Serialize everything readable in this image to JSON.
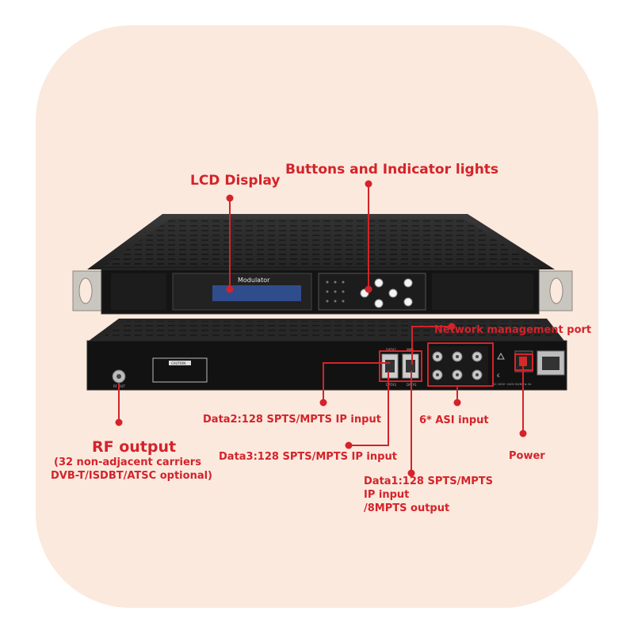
{
  "labels": {
    "lcd_display": "LCD Display",
    "buttons_indicator": "Buttons and Indicator lights",
    "network_port": "Network management port",
    "data2": "Data2:128 SPTS/MPTS IP input",
    "asi_input": "6* ASI input",
    "data3": "Data3:128 SPTS/MPTS IP input",
    "power": "Power",
    "rf_output_title": "RF output",
    "rf_output_line1": "(32 non-adjacent carriers",
    "rf_output_line2": "DVB-T/ISDBT/ATSC optional)",
    "data1_line1": "Data1:128 SPTS/MPTS",
    "data1_line2": "IP input",
    "data1_line3": "/8MPTS output"
  },
  "device": {
    "screen_text": "Modulator",
    "rf_port_label": "RF OUT",
    "caution_label": "CAUTION",
    "data2_port_label": "DATA2",
    "data3_port_label": "DATA3",
    "data1_port_label": "DATA1",
    "nms_port_label": "NMS",
    "power_spec": "AC 100V~240V 50/60Hz 2A"
  },
  "colors": {
    "accent": "#d4232a",
    "card": "#fbe9dd",
    "device": "#1a1a1a"
  }
}
